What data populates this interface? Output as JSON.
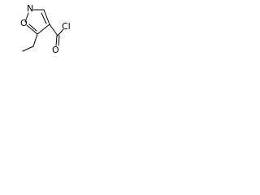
{
  "molecule": {
    "atoms": {
      "ring_nitrogen": "N",
      "ring_oxygen": "O",
      "carbonyl_oxygen": "O",
      "chlorine": "Cl"
    },
    "colors": {
      "bond": "#000000",
      "label": "#000000",
      "background": "#ffffff"
    }
  }
}
